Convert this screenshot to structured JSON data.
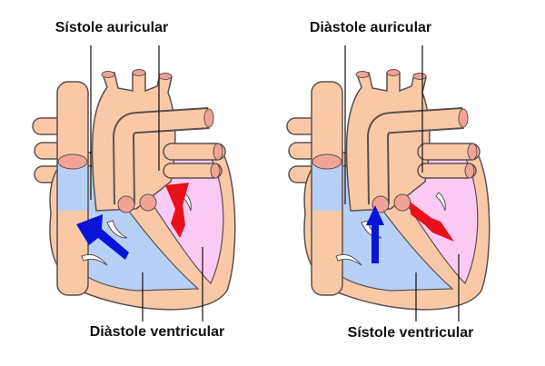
{
  "diagrams": [
    {
      "top_label": "Sístole auricular",
      "bottom_label": "Diàstole ventricular"
    },
    {
      "top_label": "Diàstole auricular",
      "bottom_label": "Sístole ventricular"
    }
  ],
  "colors": {
    "tissue": "#f9c9a7",
    "right_side": "#b6d0f6",
    "left_side": "#fbcaf4",
    "caps": "#f2a393",
    "blue_arrow": "#0a14d8",
    "red_arrow": "#e8101a",
    "outline": "#5a5050"
  }
}
